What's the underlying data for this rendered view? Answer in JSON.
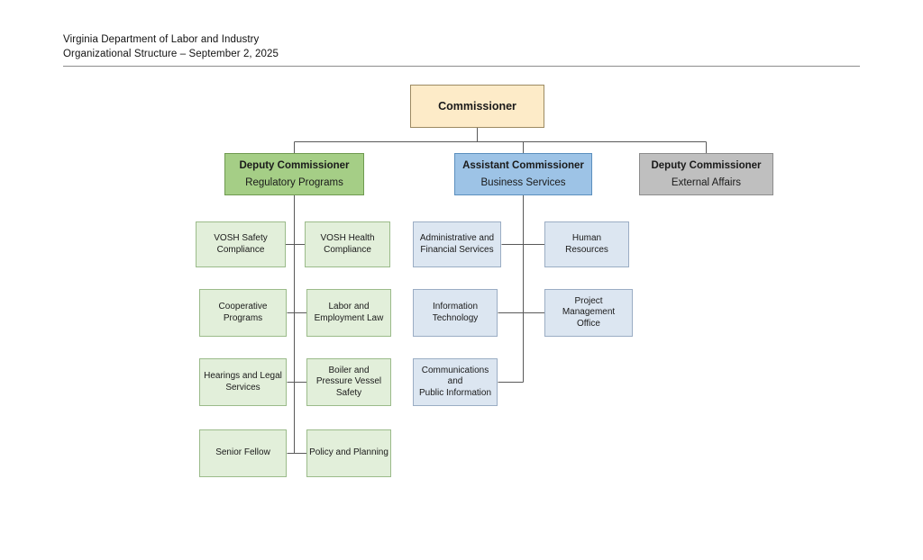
{
  "header": {
    "line1": "Virginia Department of Labor and Industry",
    "line2": "Organizational Structure – September 2, 2025"
  },
  "colors": {
    "tier1_fill": "#fdebc8",
    "tier2_green_fill": "#a5ce86",
    "tier2_blue_fill": "#9dc3e6",
    "tier2_gray_fill": "#bfbfbf",
    "leaf_green_fill": "#e2efda",
    "leaf_blue_fill": "#dce6f1",
    "connector": "#595959",
    "border": "#7f7f7f"
  },
  "chart_data": {
    "type": "diagram",
    "title": "Virginia Department of Labor and Industry Organizational Structure – September 2, 2025",
    "orientation": "top-down org chart"
  },
  "nodes": {
    "commissioner": {
      "title": "Commissioner"
    },
    "deputy_regulatory": {
      "title": "Deputy Commissioner",
      "sub": "Regulatory Programs"
    },
    "assistant_business": {
      "title": "Assistant Commissioner",
      "sub": "Business Services"
    },
    "deputy_external": {
      "title": "Deputy Commissioner",
      "sub": "External Affairs"
    },
    "vosh_safety": {
      "l1": "VOSH Safety",
      "l2": "Compliance"
    },
    "vosh_health": {
      "l1": "VOSH Health",
      "l2": "Compliance"
    },
    "cooperative_programs": {
      "l1": "Cooperative",
      "l2": "Programs"
    },
    "labor_employment_law": {
      "l1": "Labor and",
      "l2": "Employment Law"
    },
    "hearings_legal": {
      "l1": "Hearings and Legal",
      "l2": "Services"
    },
    "boiler_pressure": {
      "l1": "Boiler and",
      "l2": "Pressure Vessel",
      "l3": "Safety"
    },
    "senior_fellow": {
      "l1": "Senior Fellow"
    },
    "policy_planning": {
      "l1": "Policy and Planning"
    },
    "admin_financial": {
      "l1": "Administrative and",
      "l2": "Financial Services"
    },
    "human_resources": {
      "l1": "Human",
      "l2": "Resources"
    },
    "information_technology": {
      "l1": "Information",
      "l2": "Technology"
    },
    "project_management": {
      "l1": "Project",
      "l2": "Management",
      "l3": "Office"
    },
    "communications": {
      "l1": "Communications",
      "l2": "and",
      "l3": "Public Information"
    }
  }
}
